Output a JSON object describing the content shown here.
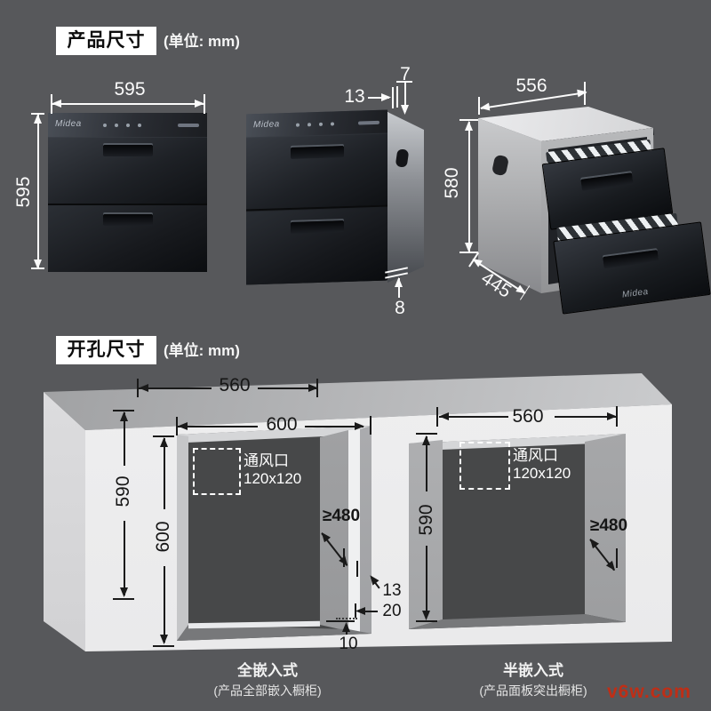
{
  "sections": {
    "product": {
      "title": "产品尺寸",
      "unit": "(单位: mm)"
    },
    "cutout": {
      "title": "开孔尺寸",
      "unit": "(单位: mm)"
    }
  },
  "brand": "Midea",
  "front_view": {
    "width": "595",
    "height": "595"
  },
  "angled_view": {
    "front_gap": "13",
    "top_gap": "7",
    "bottom_gap": "8"
  },
  "open_view": {
    "width": "556",
    "height": "580",
    "depth": "445"
  },
  "full_embed": {
    "top_width": "560",
    "opening_width": "600",
    "face_height": "590",
    "opening_height": "600",
    "vent_label": "通风口",
    "vent_size": "120x120",
    "min_depth": "≥480",
    "dim_13": "13",
    "dim_20": "20",
    "dim_10": "10",
    "caption": "全嵌入式",
    "subcaption": "(产品全部嵌入橱柜)"
  },
  "half_embed": {
    "top_width": "560",
    "face_height": "590",
    "vent_label": "通风口",
    "vent_size": "120x120",
    "min_depth": "≥480",
    "caption": "半嵌入式",
    "subcaption": "(产品面板突出橱柜)"
  },
  "watermark": "v6w.com",
  "colors": {
    "background": "#57585b",
    "surface": "#f2f2f3",
    "opening": "#474849",
    "watermark": "#bf2e16"
  }
}
